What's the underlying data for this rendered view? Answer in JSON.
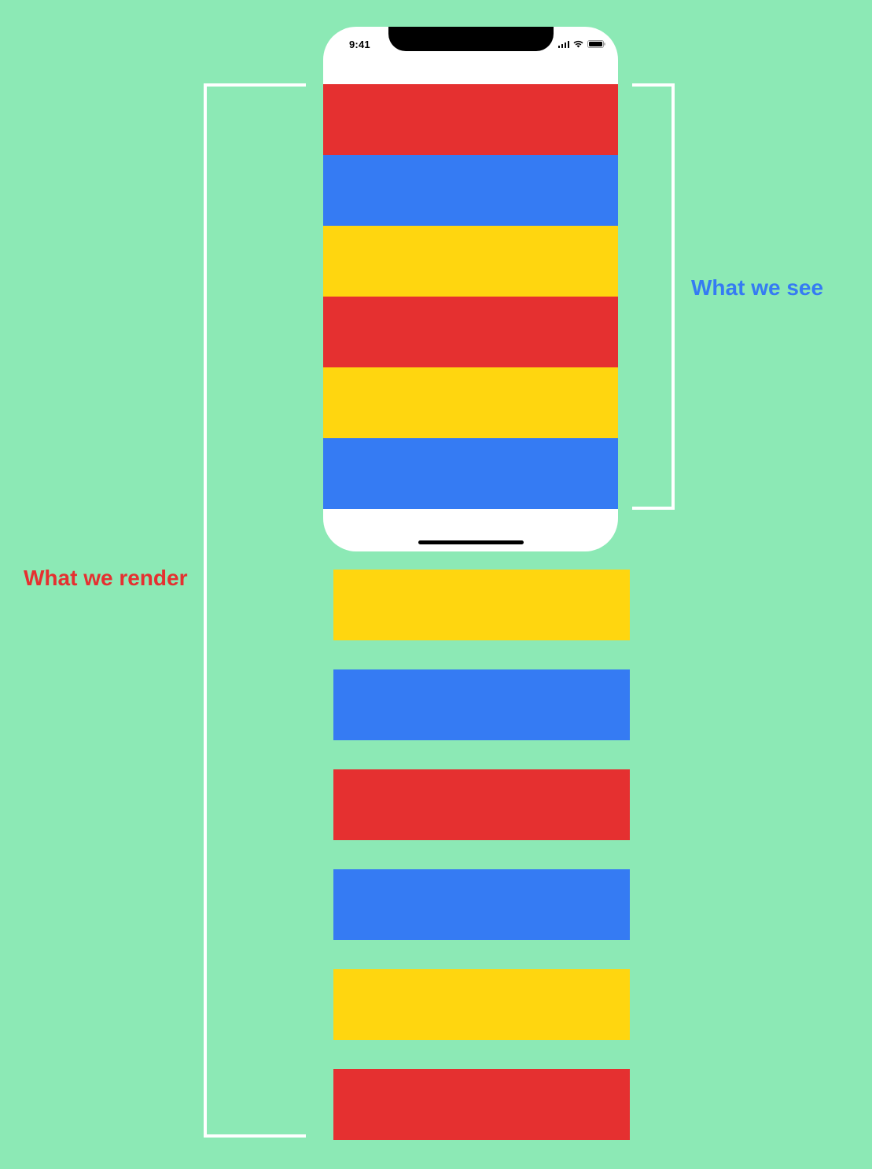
{
  "phone": {
    "status_time": "9:41",
    "icons": [
      "signal-icon",
      "wifi-icon",
      "battery-icon"
    ]
  },
  "colors": {
    "background": "#8ce9b5",
    "red": "#e53030",
    "blue": "#357bf3",
    "yellow": "#ffd60f",
    "bracket": "#ffffff"
  },
  "visible_rows": [
    "red",
    "blue",
    "yellow",
    "red",
    "yellow",
    "blue"
  ],
  "offscreen_rows": [
    "yellow",
    "blue",
    "red",
    "blue",
    "yellow",
    "red"
  ],
  "labels": {
    "see": "What we see",
    "see_color": "#357bf3",
    "render": "What we render",
    "render_color": "#e53030"
  }
}
